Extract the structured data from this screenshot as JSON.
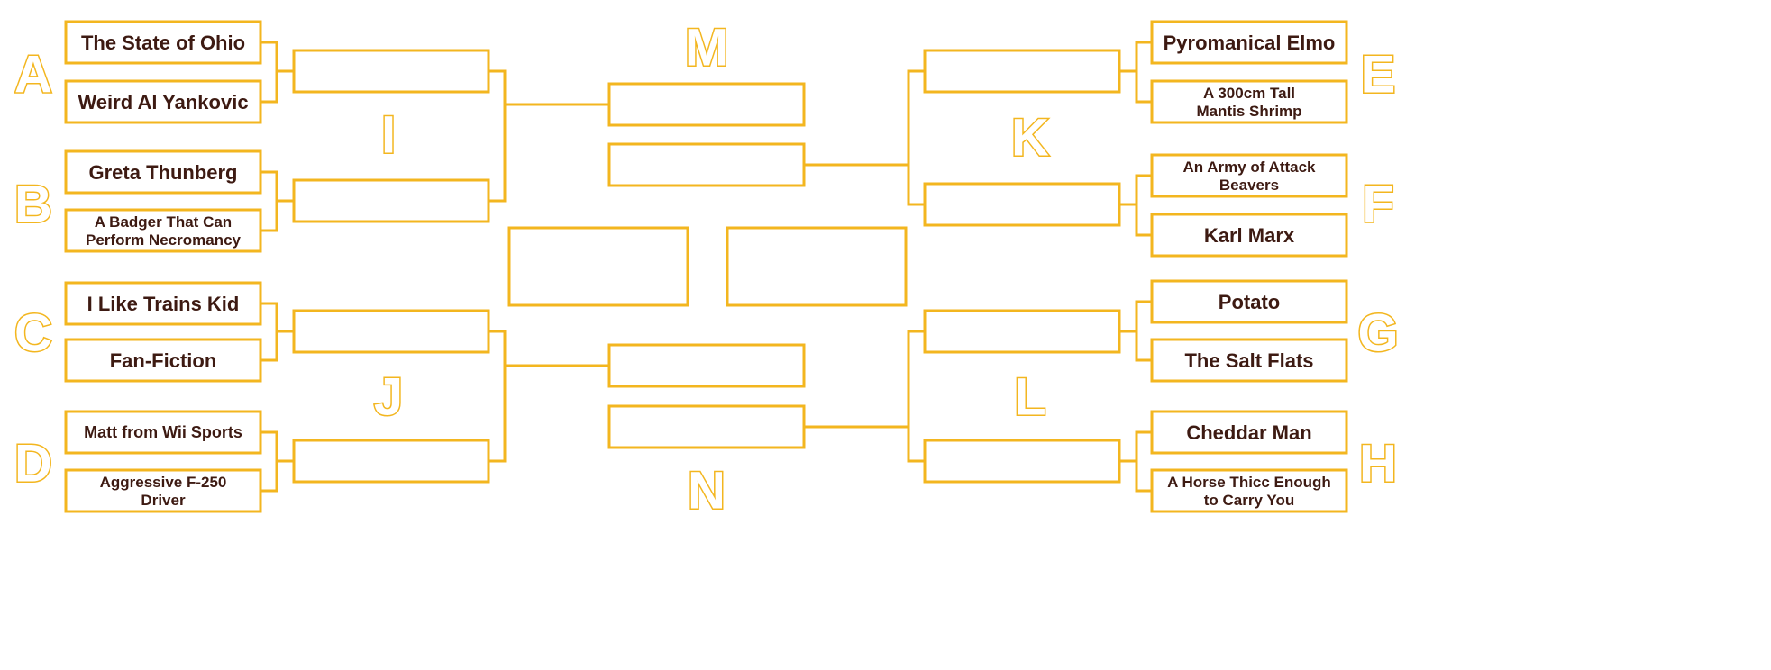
{
  "colors": {
    "accent": "#f3b61f",
    "text": "#3d1a12",
    "background": "#ffffff"
  },
  "groups": {
    "A": {
      "label": "A",
      "entries": [
        "The State of Ohio",
        "Weird Al Yankovic"
      ]
    },
    "B": {
      "label": "B",
      "entries": [
        "Greta Thunberg",
        "A Badger That Can\nPerform Necromancy"
      ]
    },
    "C": {
      "label": "C",
      "entries": [
        "I Like Trains Kid",
        "Fan-Fiction"
      ]
    },
    "D": {
      "label": "D",
      "entries": [
        "Matt from Wii Sports",
        "Aggressive F-250\nDriver"
      ]
    },
    "E": {
      "label": "E",
      "entries": [
        "Pyromanical Elmo",
        "A 300cm Tall\nMantis Shrimp"
      ]
    },
    "F": {
      "label": "F",
      "entries": [
        "An Army of Attack\nBeavers",
        "Karl Marx"
      ]
    },
    "G": {
      "label": "G",
      "entries": [
        "Potato",
        "The Salt Flats"
      ]
    },
    "H": {
      "label": "H",
      "entries": [
        "Cheddar Man",
        "A Horse Thicc Enough\nto Carry You"
      ]
    }
  },
  "rounds": {
    "I": {
      "label": "I"
    },
    "J": {
      "label": "J"
    },
    "K": {
      "label": "K"
    },
    "L": {
      "label": "L"
    },
    "M": {
      "label": "M"
    },
    "N": {
      "label": "N"
    }
  }
}
